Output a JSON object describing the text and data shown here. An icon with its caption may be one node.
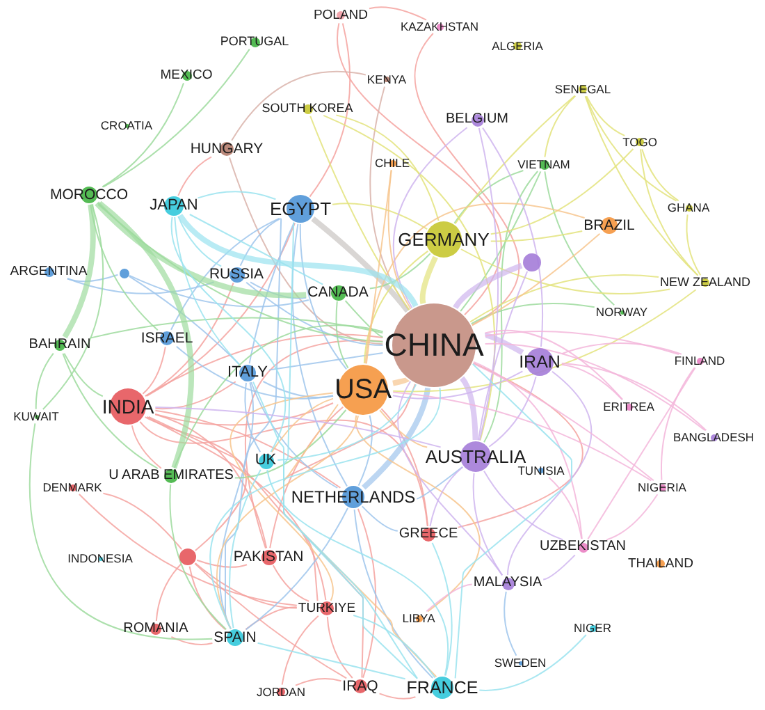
{
  "diagram": {
    "nodes": [
      {
        "text": [
          "POLAND"
        ]
      },
      {
        "text": [
          "KAZAKHSTAN"
        ]
      },
      {
        "text": [
          "PORTUGAL"
        ]
      },
      {
        "text": [
          "ALGERIA"
        ]
      },
      {
        "text": [
          "MEXICO"
        ]
      },
      {
        "text": [
          "KENYA"
        ]
      },
      {
        "text": [
          "SENEGAL"
        ]
      },
      {
        "text": [
          "SOUTH KOREA"
        ]
      },
      {
        "text": [
          "BELGIUM"
        ]
      },
      {
        "text": [
          "CROATIA"
        ]
      },
      {
        "text": [
          "TOGO"
        ]
      },
      {
        "text": [
          "HUNGARY"
        ]
      },
      {
        "text": [
          "CHILE"
        ]
      },
      {
        "text": [
          "VIETNAM"
        ]
      },
      {
        "text": [
          "MOROCCO"
        ]
      },
      {
        "text": [
          "JAPAN"
        ]
      },
      {
        "text": [
          "EGYPT"
        ]
      },
      {
        "text": [
          "GHANA"
        ]
      },
      {
        "text": [
          "BRAZIL"
        ]
      },
      {
        "text": [
          "GERMANY"
        ]
      },
      {
        "text": [],
        "shape": "circle"
      },
      {
        "text": [
          "ARGENTINA"
        ]
      },
      {
        "text": [],
        "shape": "circle"
      },
      {
        "text": [
          "RUSSIA"
        ]
      },
      {
        "text": [
          "NEW ZEALAND"
        ]
      },
      {
        "text": [
          "CANADA"
        ]
      },
      {
        "text": [
          "NORWAY"
        ]
      },
      {
        "text": [
          "ISRAEL"
        ]
      },
      {
        "text": [
          "BAHRAIN"
        ]
      },
      {
        "text": [
          "CHINA"
        ]
      },
      {
        "text": [
          "IRAN"
        ]
      },
      {
        "text": [
          "FINLAND"
        ]
      },
      {
        "text": [
          "ITALY"
        ]
      },
      {
        "text": [
          "USA"
        ]
      },
      {
        "text": [
          "INDIA"
        ]
      },
      {
        "text": [
          "KUWAIT"
        ]
      },
      {
        "text": [
          "ERITREA"
        ]
      },
      {
        "text": [
          "BANGLADESH"
        ]
      },
      {
        "text": [
          "AUSTRALIA"
        ]
      },
      {
        "text": [
          "UK"
        ]
      },
      {
        "text": [
          "TUNISIA"
        ]
      },
      {
        "text": [
          "U ARAB EMIRATES"
        ]
      },
      {
        "text": [
          "NETHERLANDS"
        ]
      },
      {
        "text": [
          "DENMARK"
        ]
      },
      {
        "text": [
          "NIGERIA"
        ]
      },
      {
        "text": [
          "GREECE"
        ]
      },
      {
        "text": [
          "UZBEKISTAN"
        ]
      },
      {
        "text": [
          "INDONESIA"
        ]
      },
      {
        "text": [],
        "shape": "circle"
      },
      {
        "text": [
          "PAKISTAN"
        ]
      },
      {
        "text": [
          "THAILAND"
        ]
      },
      {
        "text": [
          "MALAYSIA"
        ]
      },
      {
        "text": [
          "TURKIYE"
        ]
      },
      {
        "text": [
          "LIBYA"
        ]
      },
      {
        "text": [
          "NIGER"
        ]
      },
      {
        "text": [
          "ROMANIA"
        ]
      },
      {
        "text": [
          "SPAIN"
        ]
      },
      {
        "text": [
          "SWEDEN"
        ]
      },
      {
        "text": [
          "JORDAN"
        ]
      },
      {
        "text": [
          "IRAQ"
        ]
      },
      {
        "text": [
          "FRANCE"
        ]
      }
    ],
    "edges": [
      {
        "from": 0,
        "to": 29,
        "arrow": "none",
        "color": "#f4a3a0"
      },
      {
        "from": 0,
        "to": 16,
        "arrow": "none",
        "color": "#f4a3a0"
      },
      {
        "from": 1,
        "to": 0,
        "arrow": "none",
        "color": "#f4a3a0"
      },
      {
        "from": 1,
        "to": 29,
        "arrow": "none",
        "color": "#f4a3a0"
      },
      {
        "from": 5,
        "to": 11,
        "arrow": "none",
        "color": "#d9b3aa"
      },
      {
        "from": 5,
        "to": 29,
        "arrow": "none",
        "color": "#d9b3aa"
      },
      {
        "from": 11,
        "to": 15,
        "arrow": "none",
        "color": "#f4a3a0"
      },
      {
        "from": 11,
        "to": 29,
        "arrow": "none",
        "color": "#d9b3aa"
      },
      {
        "from": 34,
        "to": 29,
        "arrow": "none",
        "color": "#f4a3a0"
      },
      {
        "from": 34,
        "to": 49,
        "arrow": "none",
        "color": "#f4a3a0"
      },
      {
        "from": 34,
        "to": 33,
        "arrow": "none",
        "color": "#f4a3a0"
      },
      {
        "from": 34,
        "to": 32,
        "arrow": "none",
        "color": "#f4a3a0"
      },
      {
        "from": 34,
        "to": 41,
        "arrow": "none",
        "color": "#f4a3a0"
      },
      {
        "from": 34,
        "to": 48,
        "arrow": "none",
        "color": "#f4a3a0"
      },
      {
        "from": 34,
        "to": 52,
        "arrow": "none",
        "color": "#f4a3a0"
      },
      {
        "from": 34,
        "to": 59,
        "arrow": "none",
        "color": "#f4a3a0"
      },
      {
        "from": 34,
        "to": 16,
        "arrow": "none",
        "color": "#f4a3a0"
      },
      {
        "from": 34,
        "to": 27,
        "arrow": "none",
        "color": "#f4a3a0"
      },
      {
        "from": 34,
        "to": 23,
        "arrow": "none",
        "color": "#f4a3a0"
      },
      {
        "from": 34,
        "to": 42,
        "arrow": "none",
        "color": "#f4a3a0"
      },
      {
        "from": 34,
        "to": 45,
        "arrow": "none",
        "color": "#f4a3a0"
      },
      {
        "from": 48,
        "to": 49,
        "arrow": "none",
        "color": "#f4a3a0"
      },
      {
        "from": 48,
        "to": 52,
        "arrow": "none",
        "color": "#f4a3a0"
      },
      {
        "from": 48,
        "to": 55,
        "arrow": "none",
        "color": "#f4a3a0"
      },
      {
        "from": 48,
        "to": 56,
        "arrow": "none",
        "color": "#f4a3a0"
      },
      {
        "from": 48,
        "to": 59,
        "arrow": "none",
        "color": "#f4a3a0"
      },
      {
        "from": 48,
        "to": 43,
        "arrow": "none",
        "color": "#f4a3a0"
      },
      {
        "from": 49,
        "to": 29,
        "arrow": "none",
        "color": "#f4a3a0"
      },
      {
        "from": 49,
        "to": 52,
        "arrow": "none",
        "color": "#f4a3a0"
      },
      {
        "from": 49,
        "to": 33,
        "arrow": "none",
        "color": "#f4a3a0"
      },
      {
        "from": 52,
        "to": 59,
        "arrow": "none",
        "color": "#f4a3a0"
      },
      {
        "from": 52,
        "to": 56,
        "arrow": "none",
        "color": "#f4a3a0"
      },
      {
        "from": 52,
        "to": 58,
        "arrow": "none",
        "color": "#f4a3a0"
      },
      {
        "from": 52,
        "to": 29,
        "arrow": "none",
        "color": "#f4a3a0"
      },
      {
        "from": 59,
        "to": 58,
        "arrow": "none",
        "color": "#f4a3a0"
      },
      {
        "from": 59,
        "to": 60,
        "arrow": "none",
        "color": "#f4a3a0"
      },
      {
        "from": 59,
        "to": 42,
        "arrow": "none",
        "color": "#f4a3a0"
      },
      {
        "from": 55,
        "to": 56,
        "arrow": "none",
        "color": "#f4a3a0"
      },
      {
        "from": 43,
        "to": 52,
        "arrow": "none",
        "color": "#f4a3a0"
      },
      {
        "from": 45,
        "to": 29,
        "arrow": "none",
        "color": "#f4a3a0"
      },
      {
        "from": 45,
        "to": 33,
        "arrow": "none",
        "color": "#f4a3a0"
      },
      {
        "from": 16,
        "to": 29,
        "arrow": "none",
        "style": "thick",
        "color": "#c9c4c2"
      },
      {
        "from": 16,
        "to": 32,
        "arrow": "none",
        "color": "#9fc5ec"
      },
      {
        "from": 16,
        "to": 42,
        "arrow": "none",
        "color": "#9fc5ec"
      },
      {
        "from": 16,
        "to": 23,
        "arrow": "none",
        "color": "#9fc5ec"
      },
      {
        "from": 16,
        "to": 33,
        "arrow": "none",
        "color": "#9fc5ec"
      },
      {
        "from": 16,
        "to": 27,
        "arrow": "none",
        "color": "#9fc5ec"
      },
      {
        "from": 16,
        "to": 15,
        "arrow": "none",
        "color": "#9ae3ef"
      },
      {
        "from": 16,
        "to": 56,
        "arrow": "none",
        "color": "#9fc5ec"
      },
      {
        "from": 21,
        "to": 22,
        "arrow": "none",
        "color": "#9fc5ec"
      },
      {
        "from": 21,
        "to": 23,
        "arrow": "none",
        "color": "#9fc5ec"
      },
      {
        "from": 22,
        "to": 25,
        "arrow": "none",
        "color": "#9fc5ec"
      },
      {
        "from": 22,
        "to": 32,
        "arrow": "none",
        "color": "#9fc5ec"
      },
      {
        "from": 32,
        "to": 33,
        "arrow": "none",
        "color": "#9fc5ec"
      },
      {
        "from": 32,
        "to": 42,
        "arrow": "none",
        "color": "#9fc5ec"
      },
      {
        "from": 32,
        "to": 39,
        "arrow": "none",
        "color": "#9fc5ec"
      },
      {
        "from": 32,
        "to": 29,
        "arrow": "none",
        "color": "#9fc5ec"
      },
      {
        "from": 32,
        "to": 56,
        "arrow": "none",
        "color": "#9fc5ec"
      },
      {
        "from": 42,
        "to": 29,
        "arrow": "none",
        "style": "thick",
        "color": "#9fc5ec"
      },
      {
        "from": 42,
        "to": 33,
        "arrow": "none",
        "color": "#9fc5ec"
      },
      {
        "from": 42,
        "to": 60,
        "arrow": "none",
        "color": "#9fc5ec"
      },
      {
        "from": 42,
        "to": 38,
        "arrow": "none",
        "color": "#9fc5ec"
      },
      {
        "from": 42,
        "to": 45,
        "arrow": "none",
        "color": "#9fc5ec"
      },
      {
        "from": 42,
        "to": 56,
        "arrow": "none",
        "color": "#9fc5ec"
      },
      {
        "from": 23,
        "to": 29,
        "arrow": "none",
        "color": "#9fc5ec"
      },
      {
        "from": 23,
        "to": 25,
        "arrow": "none",
        "color": "#9fc5ec"
      },
      {
        "from": 27,
        "to": 33,
        "arrow": "none",
        "color": "#9fc5ec"
      },
      {
        "from": 14,
        "to": 4,
        "arrow": "none",
        "color": "#9edb9e"
      },
      {
        "from": 14,
        "to": 2,
        "arrow": "none",
        "color": "#9edb9e"
      },
      {
        "from": 14,
        "to": 28,
        "arrow": "none",
        "style": "thick",
        "color": "#9edb9e"
      },
      {
        "from": 14,
        "to": 25,
        "arrow": "none",
        "style": "thick",
        "color": "#9edb9e"
      },
      {
        "from": 14,
        "to": 41,
        "arrow": "none",
        "style": "thick",
        "color": "#9edb9e"
      },
      {
        "from": 14,
        "to": 35,
        "arrow": "none",
        "color": "#9edb9e"
      },
      {
        "from": 14,
        "to": 27,
        "arrow": "none",
        "color": "#9edb9e"
      },
      {
        "from": 14,
        "to": 29,
        "arrow": "none",
        "color": "#9edb9e"
      },
      {
        "from": 28,
        "to": 29,
        "arrow": "none",
        "color": "#9edb9e"
      },
      {
        "from": 28,
        "to": 34,
        "arrow": "none",
        "color": "#9edb9e"
      },
      {
        "from": 28,
        "to": 41,
        "arrow": "none",
        "color": "#9edb9e"
      },
      {
        "from": 28,
        "to": 35,
        "arrow": "none",
        "color": "#9edb9e"
      },
      {
        "from": 35,
        "to": 56,
        "arrow": "none",
        "color": "#9edb9e"
      },
      {
        "from": 25,
        "to": 29,
        "arrow": "none",
        "color": "#9edb9e"
      },
      {
        "from": 25,
        "to": 33,
        "arrow": "none",
        "color": "#9edb9e"
      },
      {
        "from": 25,
        "to": 19,
        "arrow": "none",
        "color": "#9edb9e"
      },
      {
        "from": 41,
        "to": 29,
        "arrow": "none",
        "color": "#9edb9e"
      },
      {
        "from": 41,
        "to": 56,
        "arrow": "none",
        "color": "#9edb9e"
      },
      {
        "from": 41,
        "to": 33,
        "arrow": "none",
        "color": "#9edb9e"
      },
      {
        "from": 13,
        "to": 29,
        "arrow": "none",
        "color": "#9edb9e"
      },
      {
        "from": 13,
        "to": 19,
        "arrow": "none",
        "color": "#9edb9e"
      },
      {
        "from": 13,
        "to": 38,
        "arrow": "none",
        "color": "#9edb9e"
      },
      {
        "from": 13,
        "to": 26,
        "arrow": "none",
        "color": "#9edb9e"
      },
      {
        "from": 26,
        "to": 29,
        "arrow": "none",
        "color": "#9edb9e"
      },
      {
        "from": 19,
        "to": 29,
        "arrow": "none",
        "style": "thick",
        "color": "#e3e37c"
      },
      {
        "from": 19,
        "to": 6,
        "arrow": "none",
        "color": "#e3e37c"
      },
      {
        "from": 19,
        "to": 10,
        "arrow": "none",
        "color": "#e3e37c"
      },
      {
        "from": 19,
        "to": 7,
        "arrow": "none",
        "color": "#e3e37c"
      },
      {
        "from": 19,
        "to": 24,
        "arrow": "none",
        "color": "#e3e37c"
      },
      {
        "from": 19,
        "to": 16,
        "arrow": "none",
        "color": "#e3e37c"
      },
      {
        "from": 19,
        "to": 33,
        "arrow": "none",
        "color": "#e3e37c"
      },
      {
        "from": 19,
        "to": 18,
        "arrow": "none",
        "color": "#e3e37c"
      },
      {
        "from": 6,
        "to": 10,
        "arrow": "none",
        "color": "#e3e37c"
      },
      {
        "from": 6,
        "to": 17,
        "arrow": "none",
        "color": "#e3e37c"
      },
      {
        "from": 6,
        "to": 24,
        "arrow": "none",
        "color": "#e3e37c"
      },
      {
        "from": 6,
        "to": 13,
        "arrow": "none",
        "color": "#e3e37c"
      },
      {
        "from": 10,
        "to": 17,
        "arrow": "none",
        "color": "#e3e37c"
      },
      {
        "from": 10,
        "to": 24,
        "arrow": "none",
        "color": "#e3e37c"
      },
      {
        "from": 17,
        "to": 24,
        "arrow": "none",
        "color": "#e3e37c"
      },
      {
        "from": 7,
        "to": 29,
        "arrow": "none",
        "color": "#e3e37c"
      },
      {
        "from": 7,
        "to": 38,
        "arrow": "none",
        "color": "#e3e37c"
      },
      {
        "from": 24,
        "to": 29,
        "arrow": "none",
        "color": "#e3e37c"
      },
      {
        "from": 24,
        "to": 33,
        "arrow": "none",
        "color": "#e3e37c"
      },
      {
        "from": 33,
        "to": 29,
        "arrow": "none",
        "style": "thick",
        "color": "#f7c58e"
      },
      {
        "from": 33,
        "to": 38,
        "arrow": "none",
        "color": "#f7c58e"
      },
      {
        "from": 33,
        "to": 56,
        "arrow": "none",
        "color": "#f7c58e"
      },
      {
        "from": 33,
        "to": 60,
        "arrow": "none",
        "color": "#f7c58e"
      },
      {
        "from": 33,
        "to": 39,
        "arrow": "none",
        "color": "#f7c58e"
      },
      {
        "from": 33,
        "to": 52,
        "arrow": "none",
        "color": "#f7c58e"
      },
      {
        "from": 33,
        "to": 53,
        "arrow": "none",
        "color": "#f7c58e"
      },
      {
        "from": 33,
        "to": 18,
        "arrow": "none",
        "color": "#f7c58e"
      },
      {
        "from": 18,
        "to": 29,
        "arrow": "none",
        "color": "#f7c58e"
      },
      {
        "from": 12,
        "to": 29,
        "arrow": "none",
        "color": "#f7c58e"
      },
      {
        "from": 12,
        "to": 33,
        "arrow": "none",
        "color": "#f7c58e"
      },
      {
        "from": 38,
        "to": 29,
        "arrow": "none",
        "style": "thick",
        "color": "#cfb5ee"
      },
      {
        "from": 38,
        "to": 30,
        "arrow": "none",
        "color": "#cfb5ee"
      },
      {
        "from": 38,
        "to": 51,
        "arrow": "none",
        "color": "#cfb5ee"
      },
      {
        "from": 38,
        "to": 8,
        "arrow": "none",
        "color": "#cfb5ee"
      },
      {
        "from": 38,
        "to": 46,
        "arrow": "none",
        "color": "#cfb5ee"
      },
      {
        "from": 38,
        "to": 34,
        "arrow": "none",
        "color": "#cfb5ee"
      },
      {
        "from": 38,
        "to": 45,
        "arrow": "none",
        "color": "#cfb5ee"
      },
      {
        "from": 30,
        "to": 29,
        "arrow": "none",
        "style": "thick",
        "color": "#cfb5ee"
      },
      {
        "from": 30,
        "to": 8,
        "arrow": "none",
        "color": "#cfb5ee"
      },
      {
        "from": 30,
        "to": 33,
        "arrow": "none",
        "color": "#cfb5ee"
      },
      {
        "from": 30,
        "to": 51,
        "arrow": "none",
        "color": "#cfb5ee"
      },
      {
        "from": 20,
        "to": 29,
        "arrow": "none",
        "style": "thick",
        "color": "#cfb5ee"
      },
      {
        "from": 20,
        "to": 38,
        "arrow": "none",
        "color": "#cfb5ee"
      },
      {
        "from": 8,
        "to": 29,
        "arrow": "none",
        "color": "#cfb5ee"
      },
      {
        "from": 51,
        "to": 29,
        "arrow": "none",
        "color": "#cfb5ee"
      },
      {
        "from": 51,
        "to": 46,
        "arrow": "none",
        "color": "#cfb5ee"
      },
      {
        "from": 51,
        "to": 57,
        "arrow": "none",
        "color": "#9fc5ec"
      },
      {
        "from": 51,
        "to": 53,
        "arrow": "none",
        "color": "#f3b6da"
      },
      {
        "from": 31,
        "to": 29,
        "arrow": "none",
        "color": "#f3b6da"
      },
      {
        "from": 31,
        "to": 30,
        "arrow": "none",
        "color": "#f3b6da"
      },
      {
        "from": 31,
        "to": 46,
        "arrow": "none",
        "color": "#f3b6da"
      },
      {
        "from": 31,
        "to": 44,
        "arrow": "none",
        "color": "#f3b6da"
      },
      {
        "from": 36,
        "to": 29,
        "arrow": "none",
        "color": "#f3b6da"
      },
      {
        "from": 36,
        "to": 30,
        "arrow": "none",
        "color": "#f3b6da"
      },
      {
        "from": 46,
        "to": 29,
        "arrow": "none",
        "color": "#f3b6da"
      },
      {
        "from": 46,
        "to": 44,
        "arrow": "none",
        "color": "#f3b6da"
      },
      {
        "from": 46,
        "to": 40,
        "arrow": "none",
        "color": "#f3b6da"
      },
      {
        "from": 44,
        "to": 29,
        "arrow": "none",
        "color": "#f3b6da"
      },
      {
        "from": 44,
        "to": 33,
        "arrow": "none",
        "color": "#f3b6da"
      },
      {
        "from": 37,
        "to": 29,
        "arrow": "none",
        "color": "#f3b6da"
      },
      {
        "from": 37,
        "to": 30,
        "arrow": "none",
        "color": "#f3b6da"
      },
      {
        "from": 15,
        "to": 29,
        "arrow": "none",
        "style": "thick",
        "color": "#9ae3ef"
      },
      {
        "from": 15,
        "to": 32,
        "arrow": "none",
        "color": "#9ae3ef"
      },
      {
        "from": 15,
        "to": 23,
        "arrow": "none",
        "color": "#9ae3ef"
      },
      {
        "from": 15,
        "to": 25,
        "arrow": "none",
        "color": "#9ae3ef"
      },
      {
        "from": 15,
        "to": 39,
        "arrow": "none",
        "color": "#9ae3ef"
      },
      {
        "from": 39,
        "to": 29,
        "arrow": "none",
        "color": "#9ae3ef"
      },
      {
        "from": 39,
        "to": 56,
        "arrow": "none",
        "color": "#9ae3ef"
      },
      {
        "from": 39,
        "to": 60,
        "arrow": "none",
        "color": "#9ae3ef"
      },
      {
        "from": 56,
        "to": 60,
        "arrow": "none",
        "color": "#9ae3ef"
      },
      {
        "from": 56,
        "to": 29,
        "arrow": "none",
        "color": "#9ae3ef"
      },
      {
        "from": 60,
        "to": 29,
        "arrow": "none",
        "color": "#9ae3ef"
      },
      {
        "from": 60,
        "to": 54,
        "arrow": "none",
        "color": "#9ae3ef"
      },
      {
        "from": 60,
        "to": 45,
        "arrow": "none",
        "color": "#9ae3ef"
      },
      {
        "from": 60,
        "to": 16,
        "arrow": "none",
        "color": "#9ae3ef"
      },
      {
        "from": 60,
        "to": 32,
        "arrow": "none",
        "color": "#9ae3ef"
      },
      {
        "from": 60,
        "to": 52,
        "arrow": "none",
        "color": "#9ae3ef"
      }
    ]
  }
}
